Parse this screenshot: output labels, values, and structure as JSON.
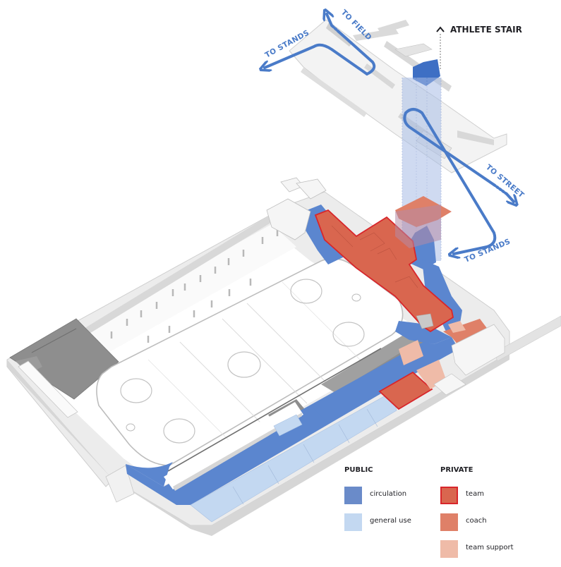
{
  "diagram": {
    "type": "isometric-floor-plan",
    "subject": "ice arena level with team and circulation zoning",
    "colors": {
      "circulation": "#5b86cf",
      "general_use": "#c3d8f1",
      "team": "#d9664f",
      "team_border": "#d8262b",
      "coach": "#df8068",
      "team_support": "#efbba8",
      "building": "#ededed",
      "wall": "#d6d6d6",
      "dark_room": "#8e8e8e",
      "rink_line": "#c9c9c9",
      "arrow": "#4a7bc8",
      "stair_column": "#8fa8dc"
    }
  },
  "annotations": {
    "athlete_stair": "ATHLETE STAIR",
    "to_field": "TO FIELD",
    "to_stands_top": "TO STANDS",
    "to_street": "TO STREET",
    "to_stands_right": "TO STANDS"
  },
  "legend": {
    "public": {
      "title": "PUBLIC",
      "items": [
        {
          "label": "circulation",
          "color": "#5b86cf"
        },
        {
          "label": "general use",
          "color": "#c3d8f1"
        }
      ]
    },
    "private": {
      "title": "PRIVATE",
      "items": [
        {
          "label": "team",
          "color": "#d9664f",
          "border": "#d8262b"
        },
        {
          "label": "coach",
          "color": "#df8068"
        },
        {
          "label": "team support",
          "color": "#efbba8"
        }
      ]
    }
  }
}
